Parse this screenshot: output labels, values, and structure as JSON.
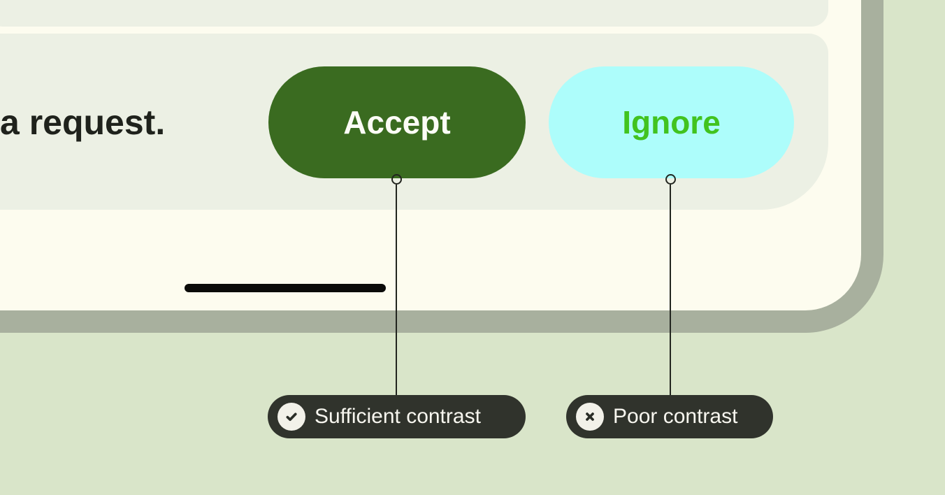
{
  "phone": {
    "message_fragment": "a request.",
    "buttons": [
      {
        "label": "Accept",
        "style": "filled-dark-green",
        "contrast": "sufficient"
      },
      {
        "label": "Ignore",
        "style": "filled-cyan",
        "contrast": "poor"
      }
    ]
  },
  "annotations": [
    {
      "icon": "check-circle-icon",
      "label": "Sufficient contrast"
    },
    {
      "icon": "x-circle-icon",
      "label": "Poor contrast"
    }
  ],
  "colors": {
    "page_bg": "#D9E5C9",
    "frame": "#A8B09E",
    "screen": "#FDFCEF",
    "card": "#ECF0E4",
    "accept_bg": "#3A6B20",
    "accept_text": "#FCFCF6",
    "ignore_bg": "#ADFDFB",
    "ignore_text": "#41C31F",
    "message_text": "#1F221C",
    "pill_bg": "#30332C",
    "pill_text": "#F7F6EF",
    "icon_circle_bg": "#F2F1E9",
    "icon_glyph": "#2A2D27",
    "home_bar": "#0B0B09",
    "line": "#22251F"
  }
}
